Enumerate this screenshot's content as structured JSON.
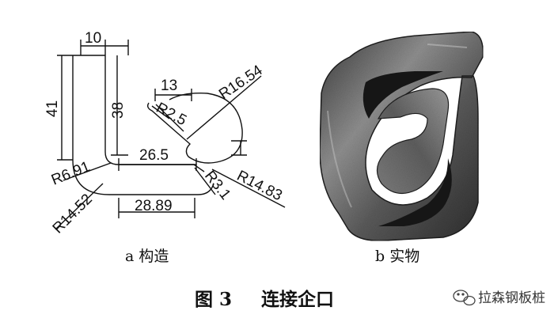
{
  "figure": {
    "number": "图 3",
    "title": "连接企口"
  },
  "panel_a": {
    "caption": "a  构造",
    "dimensions": {
      "width_top": "10",
      "height_outer": "41",
      "height_inner": "38",
      "hook_width": "13",
      "inner_bottom": "26.5",
      "outer_bottom": "28.89",
      "radius_hook_tip": "R2.5",
      "radius_hook_outer": "R16.54",
      "radius_inner_left": "R6.91",
      "radius_outer_left": "R14.52",
      "radius_inner_right": "R3.1",
      "radius_outer_right": "R14.83"
    }
  },
  "panel_b": {
    "caption": "b  实物"
  },
  "watermark": {
    "text": "拉森钢板桩"
  },
  "colors": {
    "line": "#111111",
    "steel_dark": "#2a2a2a",
    "steel_mid": "#6b6b6b",
    "steel_light": "#a8a8a8"
  }
}
